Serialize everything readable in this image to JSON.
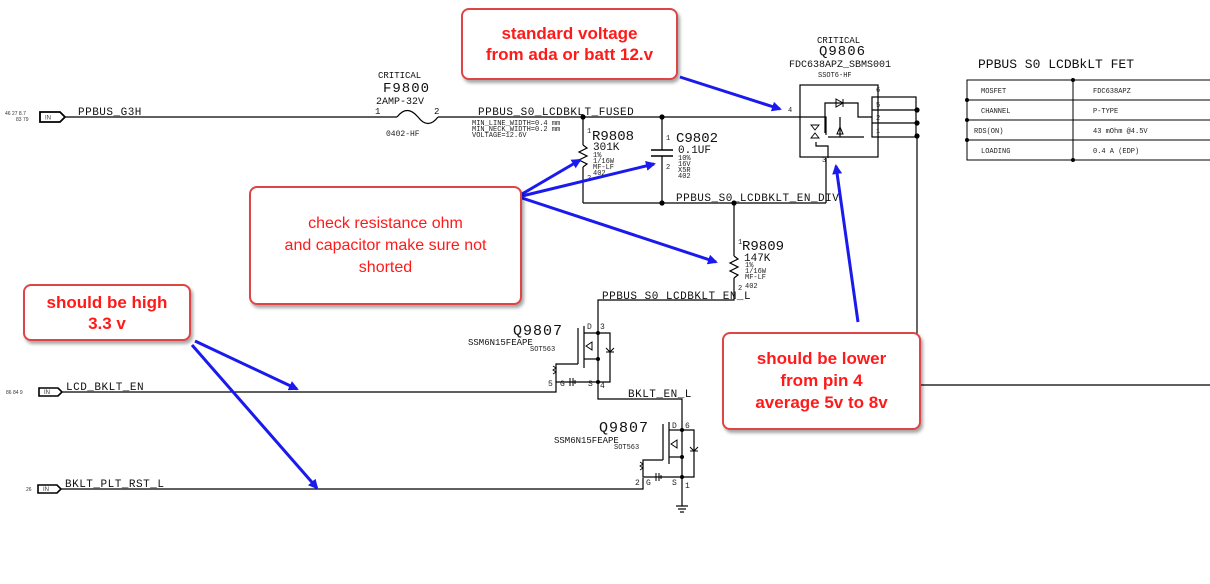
{
  "annotations": {
    "standard_voltage": "standard voltage\nfrom ada or batt 12.v",
    "check_resistance": "check resistance ohm\nand capacitor make sure not\nshorted",
    "should_be_high": "should be high\n3.3 v",
    "should_be_lower": "should be lower\nfrom pin 4\naverage 5v to 8v"
  },
  "ports": {
    "ppbus_g3h": {
      "label": "IN",
      "net": "PPBUS_G3H",
      "refs_top": "46 27 8.7",
      "refs_bottom": "83 79"
    },
    "lcd_bklt_en": {
      "label": "IN",
      "net": "LCD_BKLT_EN",
      "refs": "86 84 9"
    },
    "bklt_plt_rst_l": {
      "label": "IN",
      "net": "BKLT_PLT_RST_L",
      "refs": "26"
    }
  },
  "fuse": {
    "tag": "CRITICAL",
    "ref": "F9800",
    "value": "2AMP-32V",
    "package": "0402-HF",
    "pin1": "1",
    "pin2": "2"
  },
  "nets": {
    "fused": "PPBUS_S0_LCDBKLT_FUSED",
    "fused_props": [
      "MIN_LINE_WIDTH=0.4 mm",
      "MIN_NECK_WIDTH=0.2 mm",
      "VOLTAGE=12.6V"
    ],
    "en_div": "PPBUS_S0_LCDBKLT_EN_DIV",
    "en_l": "PPBUS_S0_LCDBKLT_EN_L",
    "bklt_en_l": "BKLT_EN_L"
  },
  "r9808": {
    "ref": "R9808",
    "value": "301K",
    "specs": [
      "1%",
      "1/16W",
      "MF-LF",
      "402"
    ],
    "pin1": "1",
    "pin2": "2"
  },
  "c9802": {
    "ref": "C9802",
    "value": "0.1UF",
    "specs": [
      "10%",
      "16V",
      "X5R",
      "402"
    ],
    "pin1": "1",
    "pin2": "2"
  },
  "r9809": {
    "ref": "R9809",
    "value": "147K",
    "specs": [
      "1%",
      "1/16W",
      "MF-LF",
      "402"
    ],
    "pin1": "1",
    "pin2": "2"
  },
  "q9806": {
    "tag": "CRITICAL",
    "ref": "Q9806",
    "part": "FDC638APZ_SBMS001",
    "package": "SSOT6-HF",
    "pins": [
      "4",
      "6",
      "5",
      "2",
      "1",
      "3"
    ]
  },
  "q9807a": {
    "ref": "Q9807",
    "part": "SSM6N15FEAPE",
    "package": "SOT563",
    "pin_d": "D",
    "pin_d_num": "3",
    "pin_g": "G",
    "pin_g_num": "5",
    "pin_s": "S",
    "pin_s_num": "4"
  },
  "q9807b": {
    "ref": "Q9807",
    "part": "SSM6N15FEAPE",
    "package": "SOT563",
    "pin_d": "D",
    "pin_d_num": "6",
    "pin_g": "G",
    "pin_g_num": "2",
    "pin_s": "S",
    "pin_s_num": "1"
  },
  "fet_table": {
    "title": "PPBUS S0 LCDBkLT FET",
    "rows": [
      {
        "param": "MOSFET",
        "value": "FDC638APZ"
      },
      {
        "param": "CHANNEL",
        "value": "P-TYPE"
      },
      {
        "param": "RDS(ON)",
        "value": "43 mOhm @4.5V"
      },
      {
        "param": "LOADING",
        "value": "0.4 A (EDP)"
      }
    ]
  }
}
